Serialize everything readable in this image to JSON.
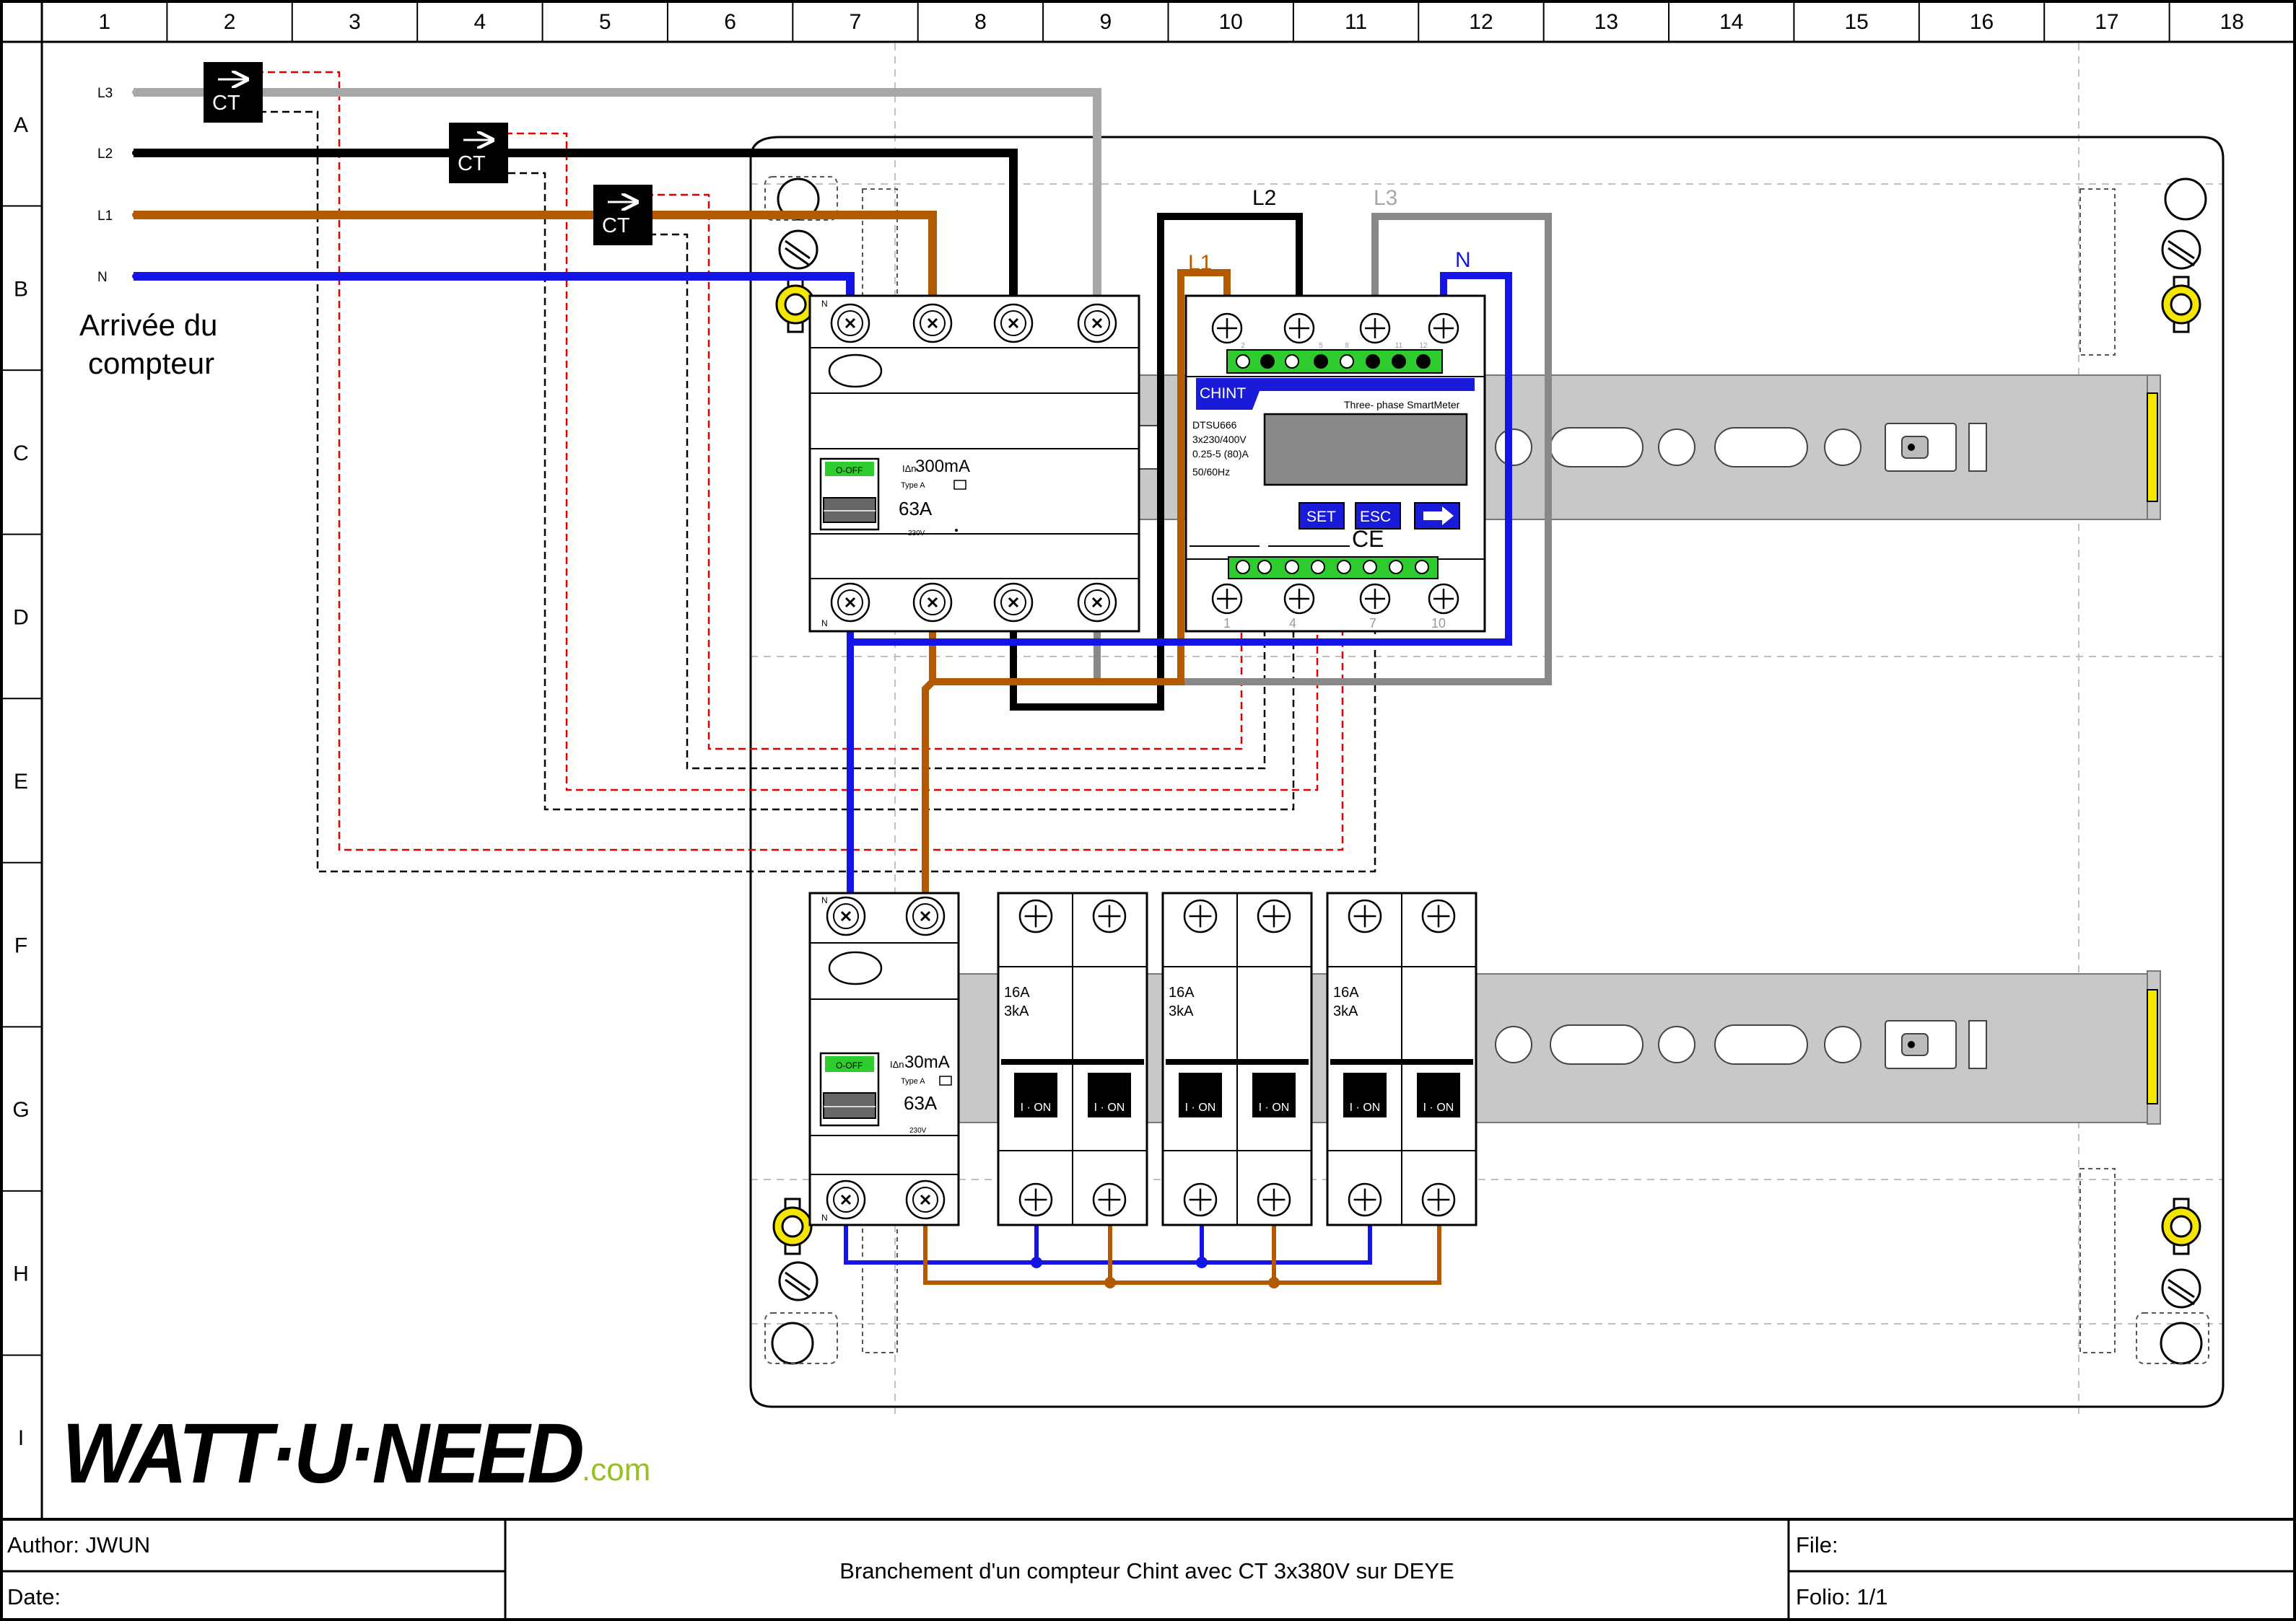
{
  "grid": {
    "columns": [
      "1",
      "2",
      "3",
      "4",
      "5",
      "6",
      "7",
      "8",
      "9",
      "10",
      "11",
      "12",
      "13",
      "14",
      "15",
      "16",
      "17",
      "18"
    ],
    "rows": [
      "A",
      "B",
      "C",
      "D",
      "E",
      "F",
      "G",
      "H",
      "I"
    ]
  },
  "incoming": {
    "lines": [
      "L3",
      "L2",
      "L1",
      "N"
    ],
    "label_line1": "Arrivée du",
    "label_line2": "compteur",
    "ct_label": "CT",
    "ct_count": 3
  },
  "main_rcd": {
    "sensitivity_prefix": "IΔn",
    "sensitivity": "300mA",
    "type": "Type A",
    "rating": "63A",
    "voltage": "230V",
    "toggle": "O-OFF",
    "neutral_mark": "N"
  },
  "meter": {
    "brand": "CHINT",
    "subtitle": "Three- phase SmartMeter",
    "model": "DTSU666",
    "spec1": "3x230/400V",
    "spec2": "0.25-5 (80)A",
    "spec3": "50/60Hz",
    "btn_set": "SET",
    "btn_esc": "ESC",
    "ce": "CE",
    "top_terminal_labels": [
      "L1",
      "L2",
      "L3",
      "N"
    ],
    "bottom_numbers": [
      "1",
      "4",
      "7",
      "10"
    ],
    "top_small_numbers": [
      "2",
      "5",
      "8",
      "11",
      "12"
    ]
  },
  "sub_rcd": {
    "sensitivity_prefix": "IΔn",
    "sensitivity": "30mA",
    "type": "Type A",
    "rating": "63A",
    "voltage": "230V",
    "toggle": "O-OFF",
    "neutral_mark": "N"
  },
  "breakers": [
    {
      "rating": "16A",
      "breaking": "3kA",
      "lever": "I · ON"
    },
    {
      "rating": "16A",
      "breaking": "3kA",
      "lever": "I · ON"
    },
    {
      "rating": "16A",
      "breaking": "3kA",
      "lever": "I · ON"
    }
  ],
  "logo": {
    "text": "WATT·U·NEED",
    "suffix": ".com"
  },
  "title_block": {
    "author": "Author: JWUN",
    "date": "Date:",
    "title": "Branchement d'un compteur Chint avec CT 3x380V sur DEYE",
    "file": "File:",
    "folio": "Folio: 1/1"
  },
  "colors": {
    "L1": "#b35a00",
    "L2": "#000000",
    "L3": "#a8a8a8",
    "N": "#1414e6",
    "ct_signal": "#e00000",
    "rail": "#c8c8c8",
    "led_green": "#2ecc2e",
    "chint_blue": "#1a1ad9",
    "logo_green": "#96c11f"
  }
}
